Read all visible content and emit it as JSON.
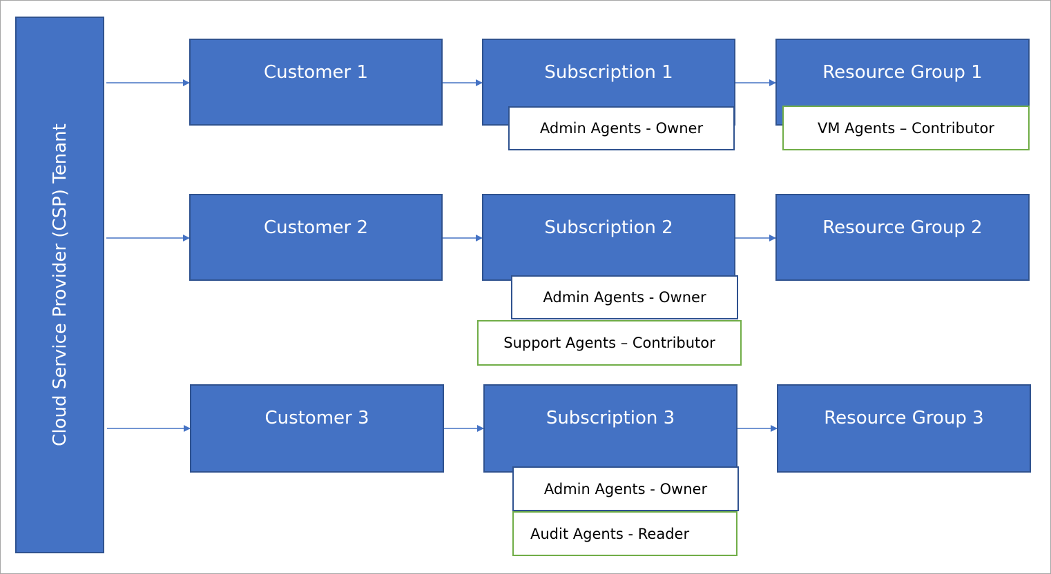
{
  "tenant": {
    "label": "Cloud Service Provider (CSP) Tenant",
    "color": "#4472c4"
  },
  "rows": [
    {
      "customer": "Customer 1",
      "subscription": "Subscription 1",
      "resource_group": "Resource Group 1",
      "subscription_roles": [
        "Admin Agents - Owner"
      ],
      "resource_group_roles": [
        "VM Agents – Contributor"
      ]
    },
    {
      "customer": "Customer 2",
      "subscription": "Subscription 2",
      "resource_group": "Resource Group 2",
      "subscription_roles": [
        "Admin Agents - Owner",
        "Support Agents – Contributor"
      ],
      "resource_group_roles": []
    },
    {
      "customer": "Customer 3",
      "subscription": "Subscription 3",
      "resource_group": "Resource Group 3",
      "subscription_roles": [
        "Admin Agents - Owner",
        "Audit Agents - Reader"
      ],
      "resource_group_roles": []
    }
  ],
  "colors": {
    "box_fill": "#4472c4",
    "box_border": "#2f528f",
    "role_border_admin": "#2f528f",
    "role_border_delegated": "#70ad47",
    "connector": "#4472c4"
  }
}
